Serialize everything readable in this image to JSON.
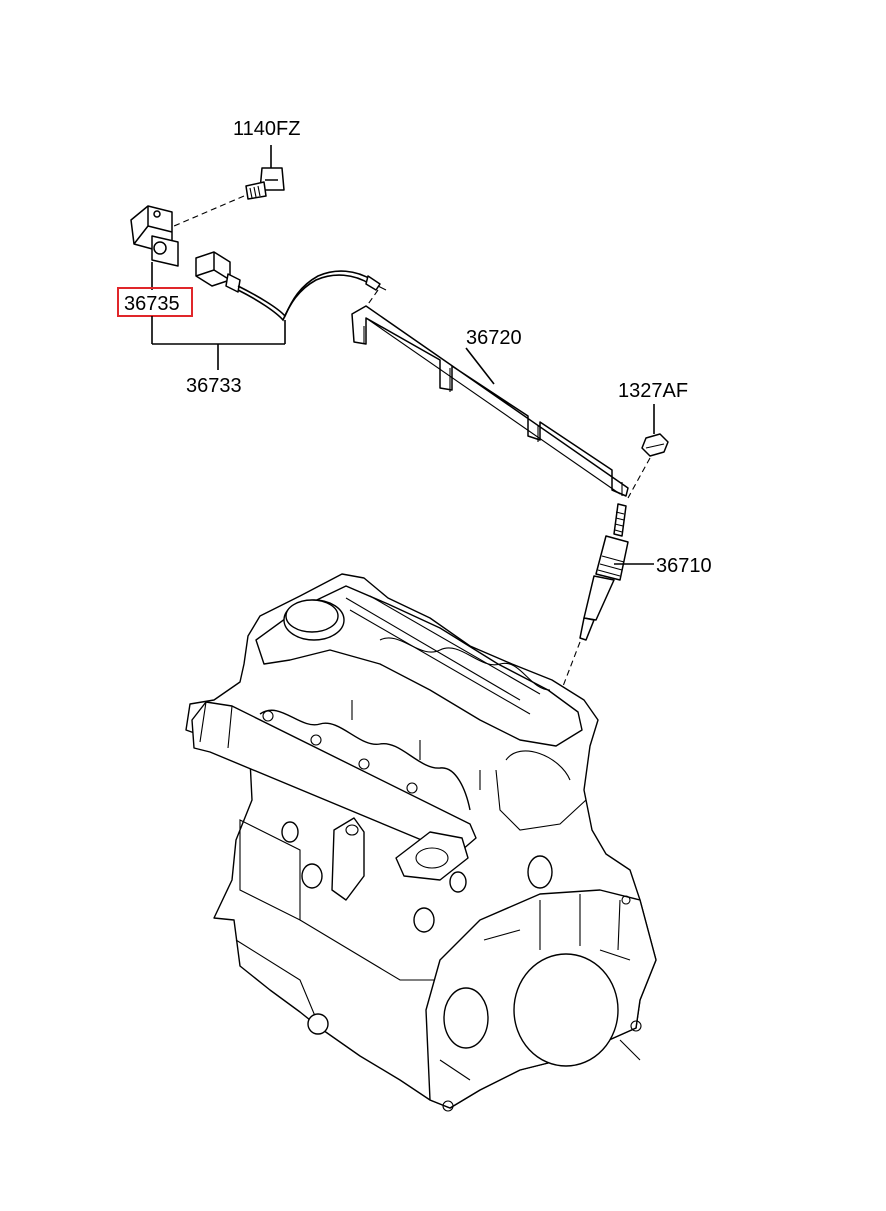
{
  "labels": {
    "bolt": "1140FZ",
    "sensor": "36735",
    "harness": "36733",
    "harness_bar": "36720",
    "nut": "1327AF",
    "glow_plug": "36710"
  },
  "highlight": {
    "part": "36735",
    "color": "#e0262a"
  }
}
